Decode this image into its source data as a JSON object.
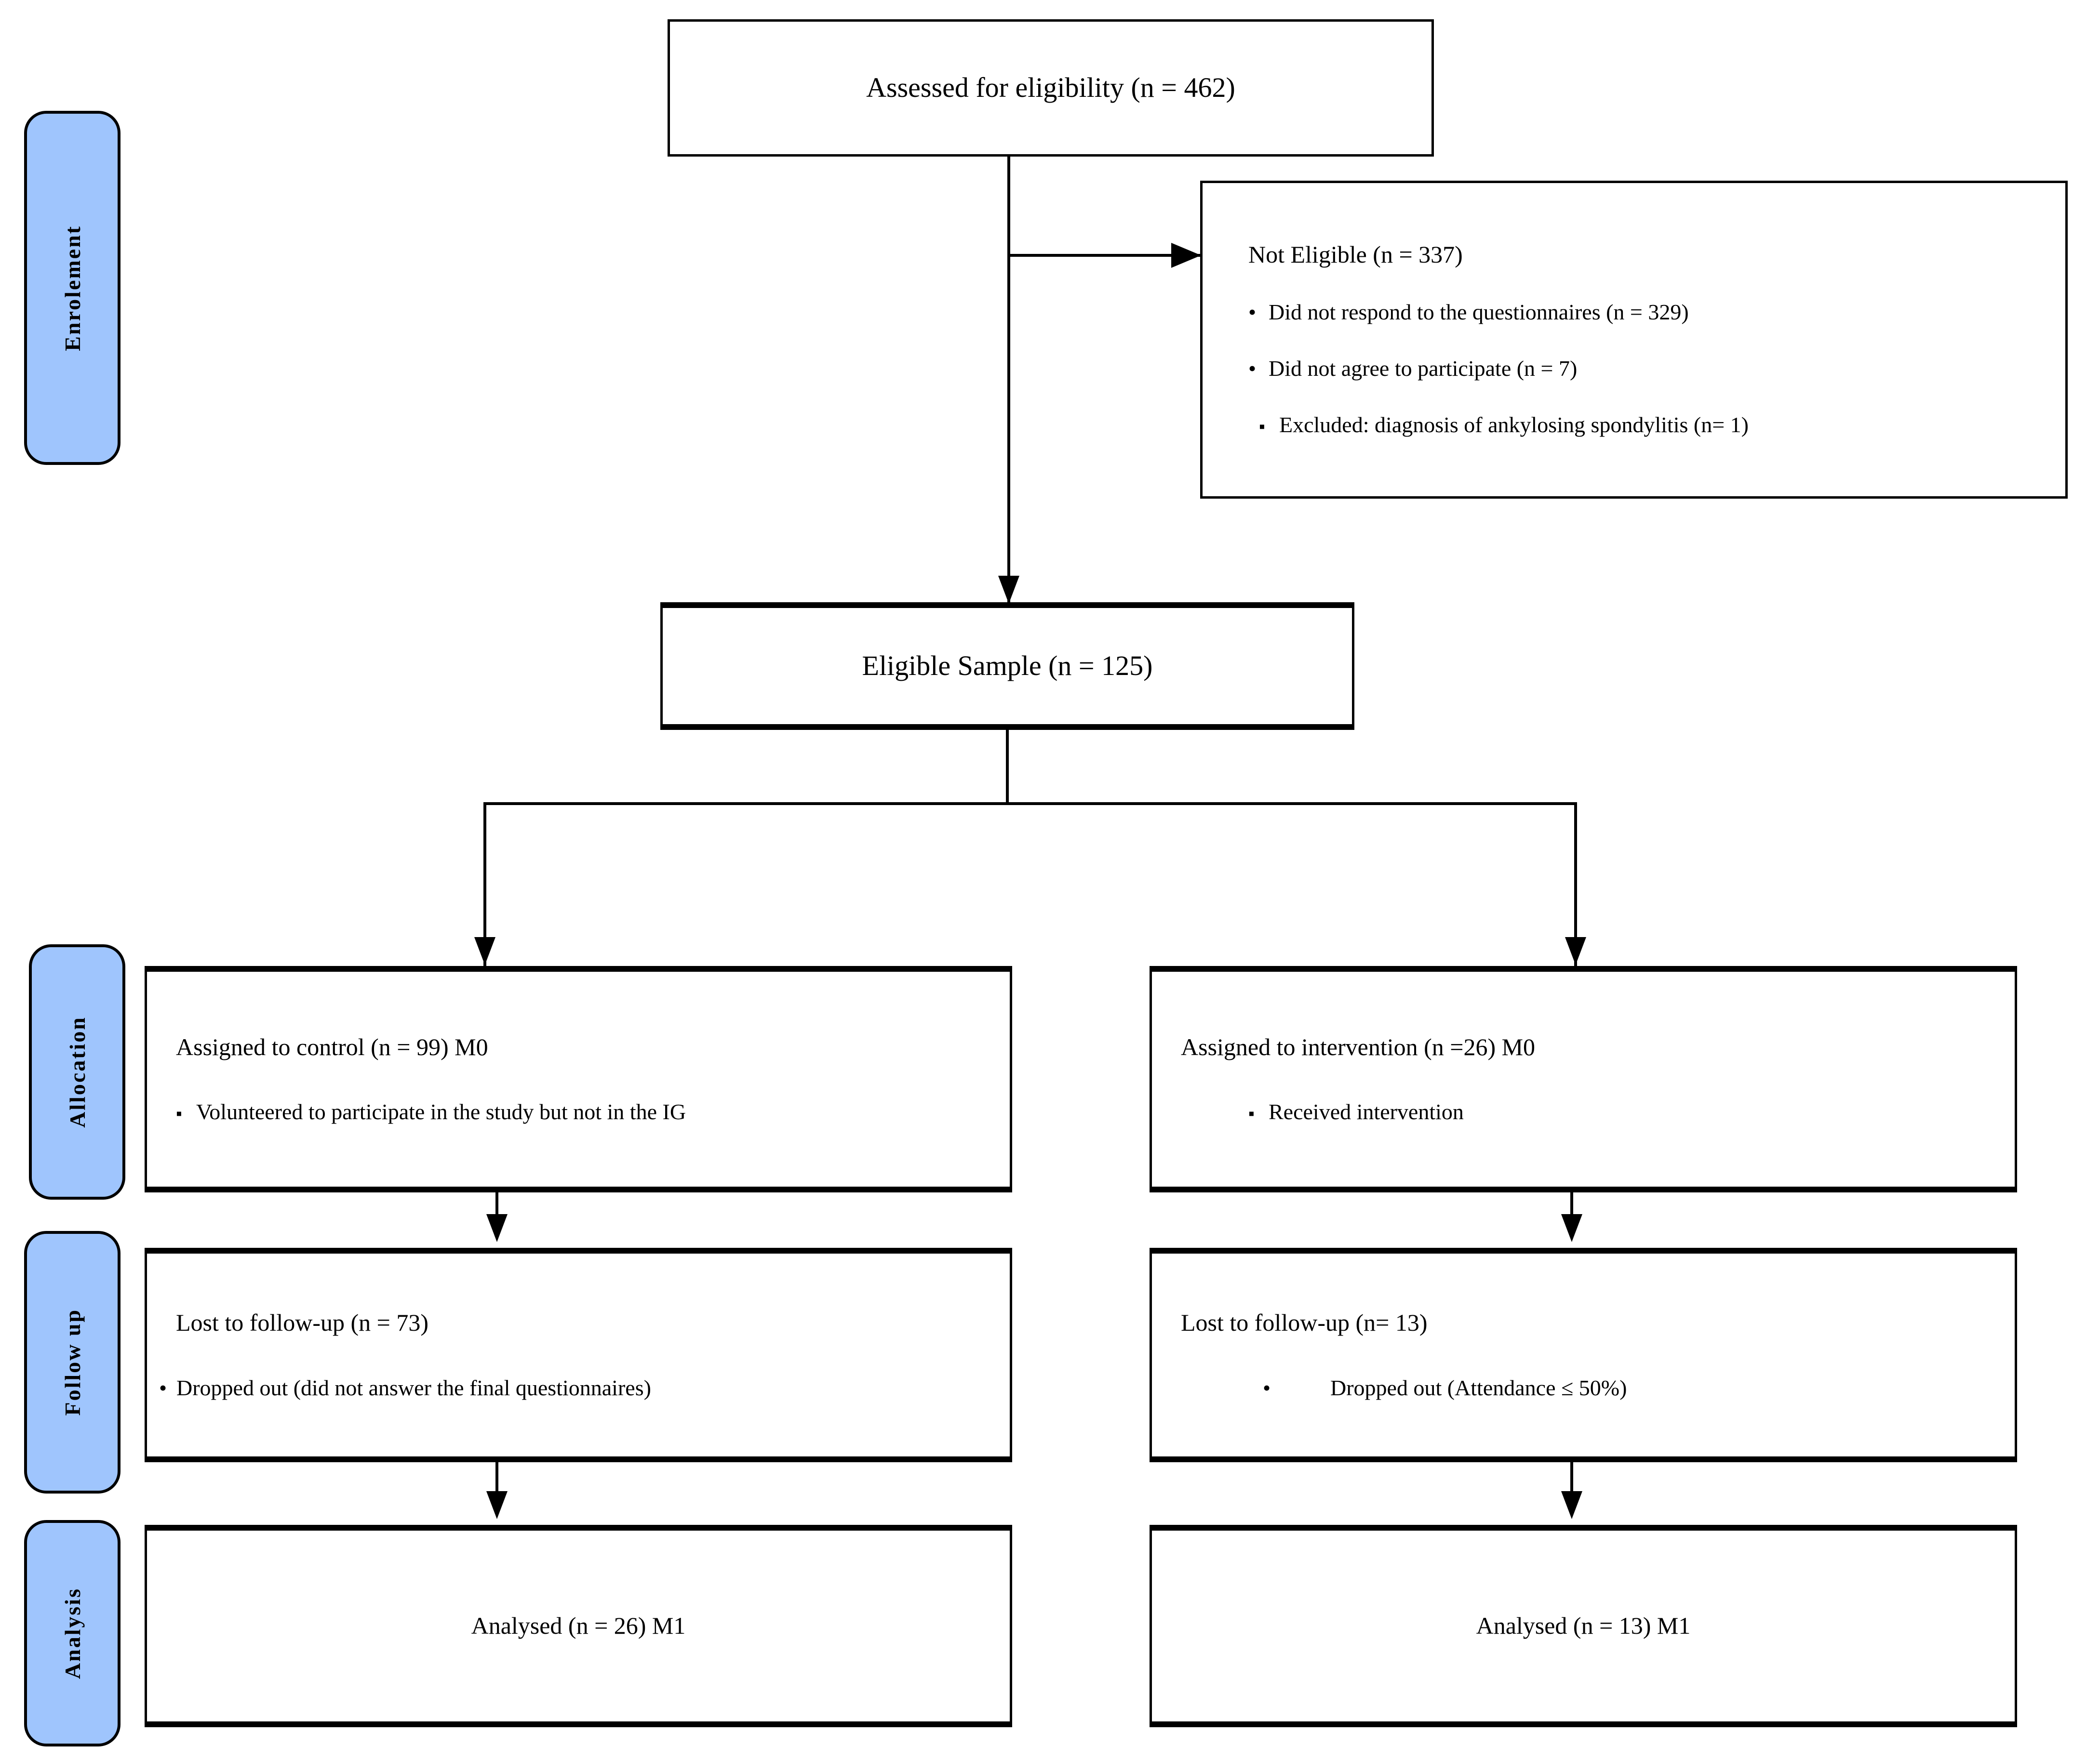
{
  "diagram": {
    "type": "consort-flow-diagram",
    "stage_labels": [
      {
        "id": "enrolement",
        "text": "Enrolement"
      },
      {
        "id": "allocation",
        "text": "Allocation"
      },
      {
        "id": "follow-up",
        "text": "Follow up"
      },
      {
        "id": "analysis",
        "text": "Analysis"
      }
    ],
    "accent_color": "#9FC5FD",
    "line_color": "#000000",
    "boxes": {
      "assessed": {
        "title": "Assessed  for eligibility  (n = 462)"
      },
      "not_eligible": {
        "title": "Not Eligible (n = 337)",
        "bullets": [
          {
            "marker": "•",
            "text": "Did not respond to the questionnaires (n = 329)"
          },
          {
            "marker": "•",
            "text": "Did not agree to participate (n = 7)"
          },
          {
            "marker": "▪",
            "text": "Excluded: diagnosis of ankylosing spondylitis (n= 1)"
          }
        ]
      },
      "eligible_sample": {
        "title": "Eligible  Sample (n = 125)"
      },
      "allocation_control": {
        "title": "Assigned to control (n = 99) M0",
        "bullets": [
          {
            "marker": "▪",
            "text": "Volunteered to participate in the study but not in the IG"
          }
        ]
      },
      "allocation_intervention": {
        "title": "Assigned to intervention (n =26) M0",
        "bullets": [
          {
            "marker": "▪",
            "text": "Received intervention"
          }
        ]
      },
      "followup_control": {
        "title": "Lost to follow-up (n = 73)",
        "bullets": [
          {
            "marker": "•",
            "text": "Dropped out (did not answer the final questionnaires)"
          }
        ]
      },
      "followup_intervention": {
        "title": "Lost to follow-up (n= 13)",
        "bullets": [
          {
            "marker": "•",
            "text": "Dropped out (Attendance ≤ 50%)"
          }
        ]
      },
      "analysis_control": {
        "title": "Analysed (n = 26) M1"
      },
      "analysis_intervention": {
        "title": "Analysed (n = 13) M1"
      }
    }
  }
}
